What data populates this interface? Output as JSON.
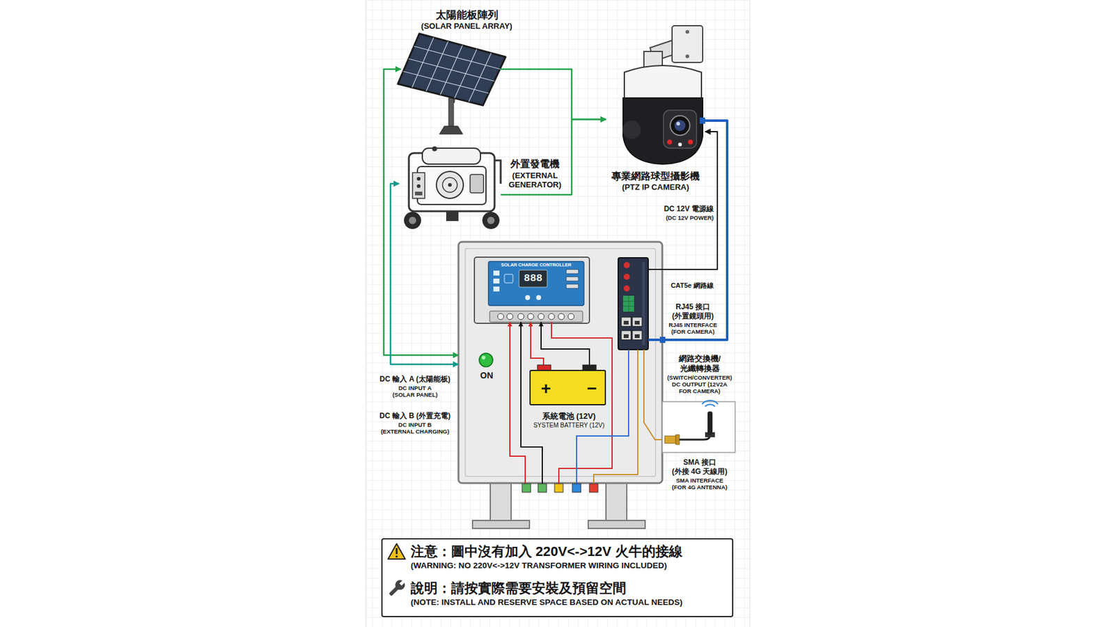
{
  "diagram": {
    "nodes": [
      {
        "text": [
          "太陽能板陣列",
          "(SOLAR PANEL ARRAY)"
        ]
      },
      {
        "text": [
          "專業網路球型攝影機",
          "(PTZ IP CAMERA)"
        ]
      },
      {
        "text": [
          "外置發電機",
          "(EXTERNAL GENERATOR)"
        ]
      },
      {
        "text": [
          "ON"
        ]
      },
      {
        "text": [
          "SOLAR CHARGE CONTROLLER",
          "888"
        ],
        "in": 3
      },
      {
        "text": [
          "網路交換機/",
          "光纖轉換器",
          "(SWITCH/CONVERTER)",
          "DC OUTPUT (12V2A FOR CAMERA)"
        ],
        "in": 3
      },
      {
        "text": [
          "+",
          "−",
          "系統電池 (12V)",
          "SYSTEM BATTERY (12V)"
        ],
        "in": 3
      },
      {
        "text": [
          "注意：圖中沒有加入 220V<->12V 火牛的接線",
          "(WARNING: NO 220V<->12V TRANSFORMER WIRING INCLUDED)",
          "說明：請按實際需要安裝及預留空間",
          "(NOTE: INSTALL AND RESERVE SPACE BASED ON ACTUAL NEEDS)"
        ]
      }
    ],
    "edges": [
      {
        "from": 0,
        "to": 1,
        "arrow": "to"
      },
      {
        "from": 2,
        "to": 1,
        "arrow": "to"
      },
      {
        "from": 0,
        "to": 3,
        "arrow": "both"
      },
      {
        "from": 2,
        "to": 3,
        "arrow": "both"
      },
      {
        "from": 5,
        "to": 1,
        "arrow": "to"
      },
      {
        "from": 5,
        "to": 1,
        "arrow": "none"
      }
    ],
    "labels": [
      "DC 12V 電源線",
      "(DC 12V POWER)",
      "CAT5e 網路線",
      "RJ45 接口",
      "(外置鏡頭用)",
      "RJ45 INTERFACE",
      "(FOR CAMERA)",
      "DC 輸入 A (太陽能板)",
      "DC INPUT A",
      "(SOLAR PANEL)",
      "DC 輸入 B (外置充電)",
      "DC INPUT B",
      "(EXTERNAL CHARGING)",
      "SMA 接口",
      "(外接 4G 天線用)",
      "SMA INTERFACE",
      "(FOR 4G ANTENNA)"
    ]
  }
}
